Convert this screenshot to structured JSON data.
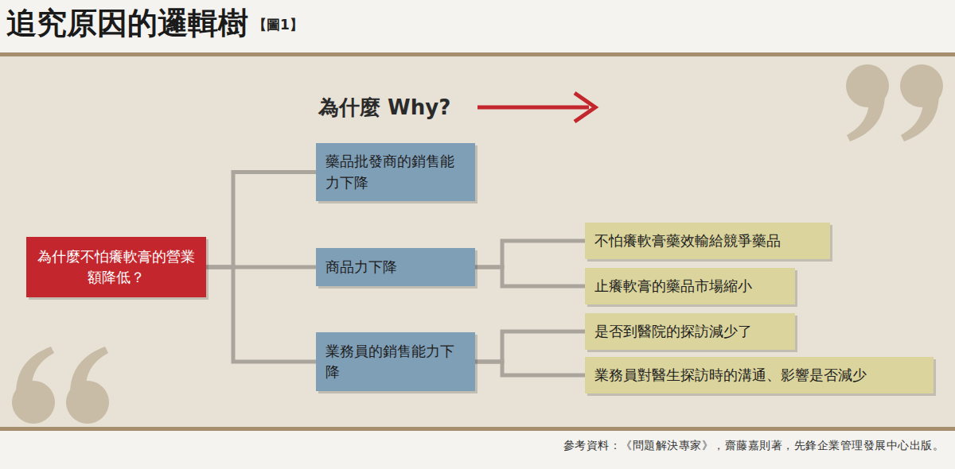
{
  "diagram": {
    "title": "追究原因的邏輯樹",
    "caption": "參考資料：《問題解決專家》，齋藤嘉則著，先鋒企業管理發展中心出版。",
    "nodes": [
      {
        "text": [
          "為什麼不怕癢軟膏的營業額降低？"
        ]
      },
      {
        "text": [
          "藥品批發商的銷售能力下降"
        ]
      },
      {
        "text": [
          "商品力下降"
        ]
      },
      {
        "text": [
          "不怕癢軟膏藥效輸給競爭藥品"
        ]
      },
      {
        "text": [
          "止癢軟膏的藥品市場縮小"
        ]
      },
      {
        "text": [
          "業務員的銷售能力下降"
        ]
      },
      {
        "text": [
          "是否到醫院的探訪減少了"
        ]
      },
      {
        "text": [
          "業務員對醫生探訪時的溝通、影響是否減少"
        ]
      }
    ],
    "edges": [
      {
        "from": 0,
        "to": 1,
        "arrow": "none"
      },
      {
        "from": 0,
        "to": 2,
        "arrow": "none"
      },
      {
        "from": 0,
        "to": 5,
        "arrow": "none"
      },
      {
        "from": 2,
        "to": 3,
        "arrow": "none"
      },
      {
        "from": 2,
        "to": 4,
        "arrow": "none"
      },
      {
        "from": 5,
        "to": 6,
        "arrow": "none"
      },
      {
        "from": 5,
        "to": 7,
        "arrow": "none"
      }
    ],
    "labels": [
      "【圖1】",
      "為什麼 Why?"
    ]
  }
}
